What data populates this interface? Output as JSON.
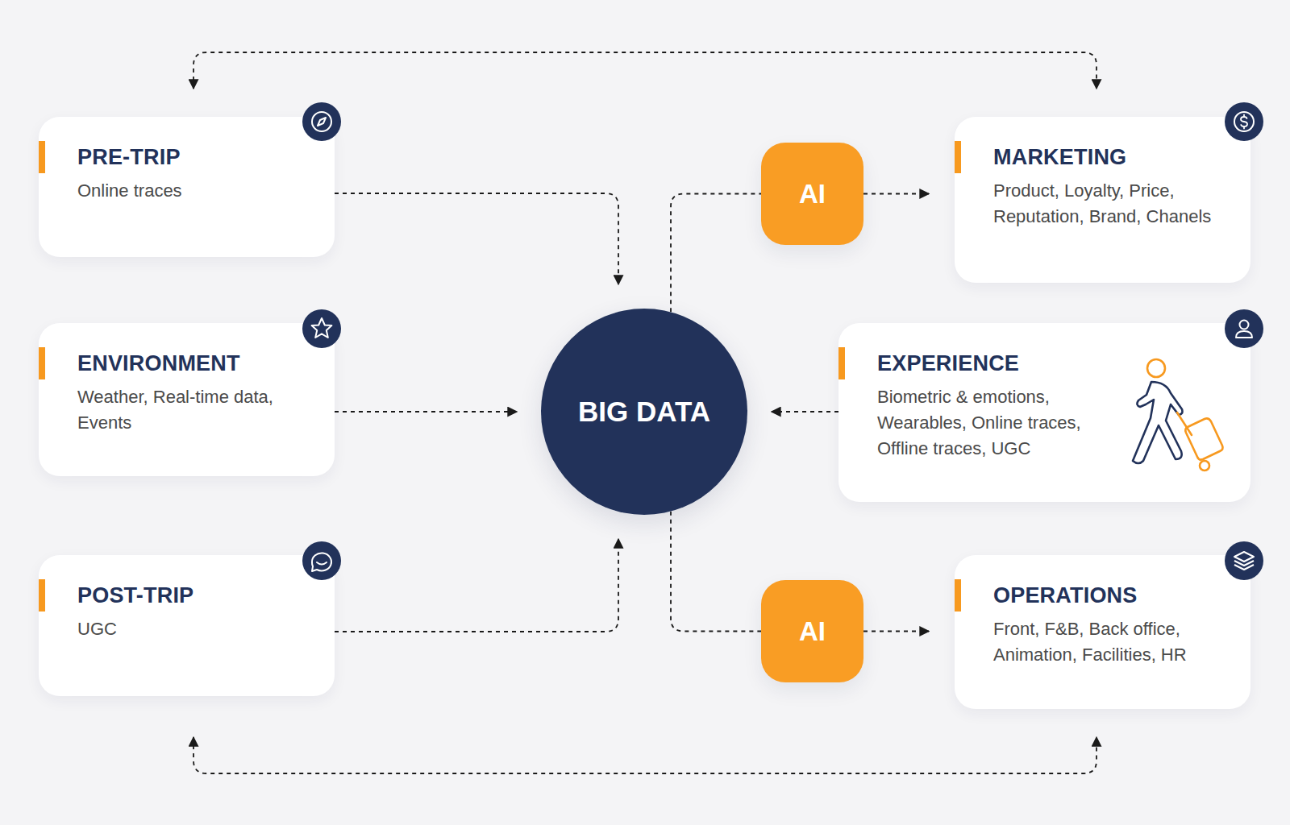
{
  "diagram": {
    "nodes": [
      {
        "text": [
          "PRE-TRIP",
          "Online traces"
        ]
      },
      {
        "text": [
          "ENVIRONMENT",
          "Weather, Real-time data, Events"
        ]
      },
      {
        "text": [
          "POST-TRIP",
          "UGC"
        ]
      },
      {
        "text": [
          "BIG DATA"
        ]
      },
      {
        "text": [
          "AI"
        ]
      },
      {
        "text": [
          "MARKETING",
          "Product, Loyalty, Price, Reputation, Brand, Chanels"
        ]
      },
      {
        "text": [
          "EXPERIENCE",
          "Biometric & emotions, Wearables, Online traces, Offline traces, UGC"
        ]
      },
      {
        "text": [
          "AI"
        ]
      },
      {
        "text": [
          "OPERATIONS",
          "Front, F&B, Back office, Animation, Facilities, HR"
        ]
      }
    ],
    "edges": [
      {
        "from": 0,
        "to": 3,
        "arrow": "to"
      },
      {
        "from": 1,
        "to": 3,
        "arrow": "to"
      },
      {
        "from": 2,
        "to": 3,
        "arrow": "to"
      },
      {
        "from": 6,
        "to": 3,
        "arrow": "to"
      },
      {
        "from": 3,
        "to": 4,
        "arrow": "none"
      },
      {
        "from": 4,
        "to": 5,
        "arrow": "to"
      },
      {
        "from": 3,
        "to": 7,
        "arrow": "none"
      },
      {
        "from": 7,
        "to": 8,
        "arrow": "to"
      },
      {
        "from": 0,
        "to": 5,
        "arrow": "both"
      },
      {
        "from": 2,
        "to": 8,
        "arrow": "both"
      }
    ]
  }
}
